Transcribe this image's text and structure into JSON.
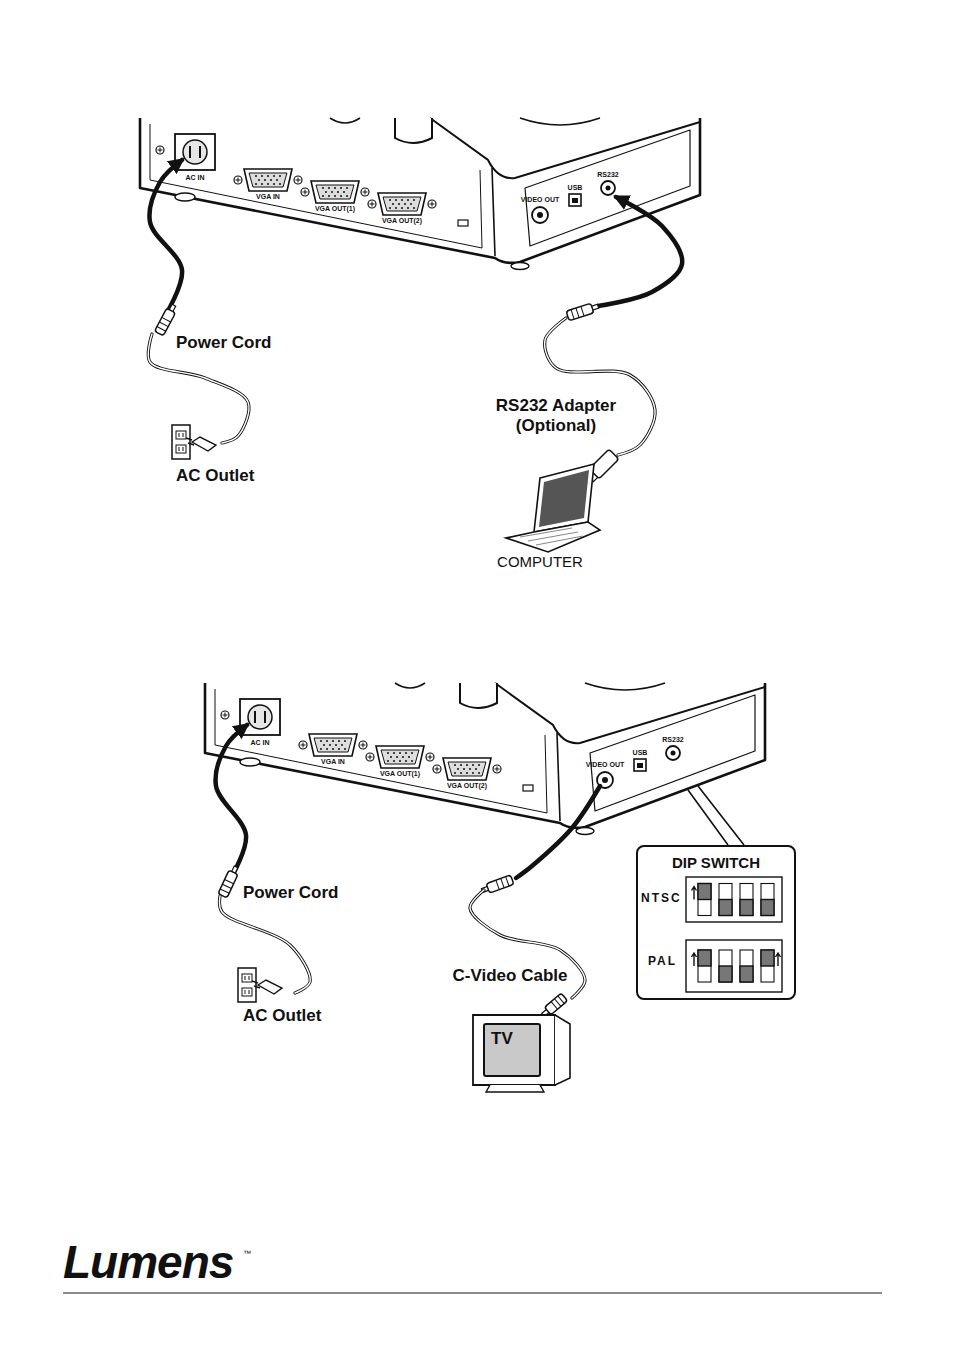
{
  "diagram": {
    "nodes": [
      {
        "text": [
          "DIP SWITCH"
        ]
      },
      {
        "text": [
          "TV"
        ]
      }
    ],
    "labels": [
      "AC IN",
      "VGA IN",
      "VGA OUT(1)",
      "VGA OUT(2)",
      "VIDEO OUT",
      "USB",
      "RS232",
      "Power Cord",
      "AC Outlet",
      "RS232 Adapter (Optional)",
      "COMPUTER",
      "AC IN",
      "VGA IN",
      "VGA OUT(1)",
      "VGA OUT(2)",
      "VIDEO OUT",
      "USB",
      "RS232",
      "NTSC",
      "PAL",
      "Power Cord",
      "AC Outlet",
      "C-Video Cable",
      "Lumens",
      "™"
    ]
  }
}
